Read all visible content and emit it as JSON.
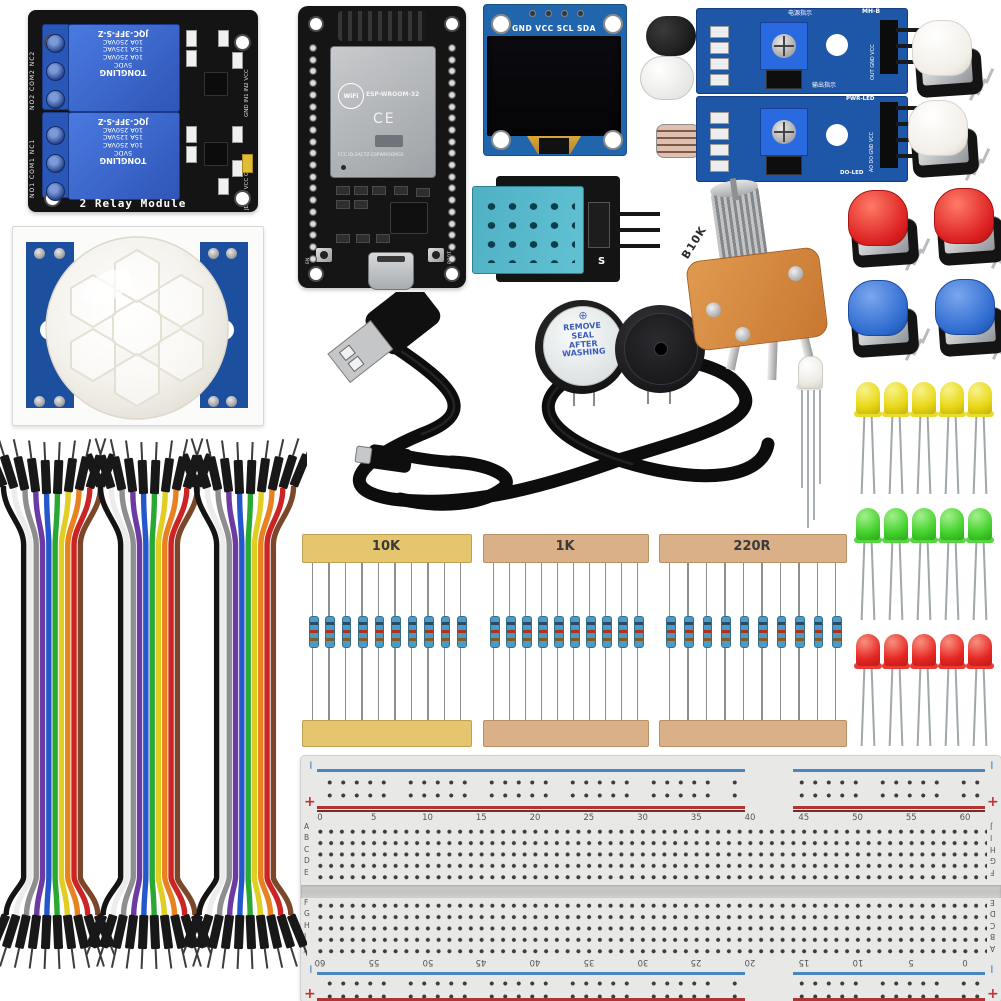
{
  "image": {
    "type": "product-photo",
    "subject": "ESP32 electronics starter kit components laid out on a white background"
  },
  "relay_module": {
    "name": "2-channel relay module",
    "bottom_label": "2 Relay Module",
    "relay_print_upside_down": [
      "JQC-3FF-S-Z",
      "10A 250VAC",
      "15A 125VAC",
      "10A 250VAC",
      "5VDC",
      "TONGLING"
    ],
    "left_labels": [
      "NO2 COM2 NC2",
      "NO1 COM1 NC1"
    ],
    "right_labels": [
      "GND IN1 IN2 VCC",
      "JD-VCC VCC GND"
    ]
  },
  "esp32": {
    "name": "ESP32 development board",
    "wifi_logo": "WiFi",
    "module_label": "ESP-WROOM-32",
    "ce_mark": "CE",
    "fcc_text": "FCC ID:2AC7Z-ESPWROOM32",
    "buttons": [
      "EN",
      "BOOT"
    ]
  },
  "oled": {
    "name": "0.96 inch OLED display",
    "pin_labels": "GND VCC SCL SDA"
  },
  "flame_sensor": {
    "name": "IR flame sensor module",
    "model": "MH-B",
    "label_top": "电源指示",
    "label_bottom": "输出指示",
    "pins": "OUT GND VCC"
  },
  "light_sensor": {
    "name": "photoresistor sensor module",
    "label_top": "PWR-LED",
    "label_bottom": "DO-LED",
    "pins": "AO DO GND VCC"
  },
  "pir_sensor": {
    "name": "PIR motion sensor with dome lens"
  },
  "dht11": {
    "name": "DHT11 temperature and humidity sensor",
    "marking": "S"
  },
  "potentiometer": {
    "name": "rotary potentiometer",
    "marking": "B10K"
  },
  "active_buzzer": {
    "name": "active buzzer",
    "seal_symbol": "⊕",
    "seal_lines": [
      "REMOVE",
      "SEAL",
      "AFTER",
      "WASHING"
    ]
  },
  "passive_buzzer": {
    "name": "passive buzzer"
  },
  "usb_cable": {
    "name": "USB-A to micro-USB cable"
  },
  "push_buttons": {
    "name": "tactile push buttons with caps",
    "cap_colors": [
      {
        "color": "white",
        "hex": "#f2efe8",
        "count": 2
      },
      {
        "color": "red",
        "hex": "#dc2020",
        "count": 2
      },
      {
        "color": "blue",
        "hex": "#2e6bd0",
        "count": 2
      }
    ]
  },
  "rgb_led": {
    "name": "clear 4-pin RGB LED",
    "count": 1
  },
  "leds": {
    "name": "5mm LEDs",
    "rows": [
      {
        "color": "yellow",
        "hex": "#e8d816",
        "count": 5
      },
      {
        "color": "green",
        "hex": "#44d12c",
        "count": 5
      },
      {
        "color": "red",
        "hex": "#e62722",
        "count": 5
      }
    ]
  },
  "resistors": {
    "name": "labeled resistor strips",
    "groups": [
      {
        "label": "10K",
        "count": 10,
        "tape_hex": "#e5c66e"
      },
      {
        "label": "1K",
        "count": 10,
        "tape_hex": "#dab088"
      },
      {
        "label": "220R",
        "count": 10,
        "tape_hex": "#dab088"
      }
    ]
  },
  "jumper_wires": {
    "name": "rainbow jumper wire ribbons",
    "bundles": 3,
    "wires_per_bundle": 10,
    "wire_colors": [
      "#141414",
      "#ececec",
      "#8e8e8e",
      "#6b3ba2",
      "#2457cc",
      "#2aa834",
      "#e2ce22",
      "#e8811f",
      "#cc2424",
      "#7c4628"
    ]
  },
  "breadboard": {
    "name": "830-point solderless breadboard",
    "column_numbers": [
      "0",
      "5",
      "10",
      "15",
      "20",
      "25",
      "30",
      "35",
      "40",
      "45",
      "50",
      "55",
      "60"
    ],
    "row_letters_top": [
      "A",
      "B",
      "C",
      "D",
      "E"
    ],
    "row_letters_bottom": [
      "F",
      "G",
      "H",
      "I",
      "J"
    ],
    "row_letters_top_right": [
      "J",
      "I",
      "H",
      "G",
      "F"
    ],
    "row_letters_bottom_right": [
      "E",
      "D",
      "C",
      "B",
      "A"
    ],
    "plus": "+",
    "minus": "−"
  }
}
